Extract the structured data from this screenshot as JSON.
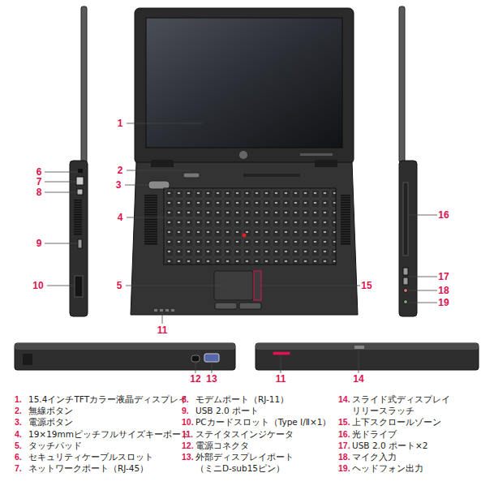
{
  "diagram": {
    "labels": [
      "1",
      "2",
      "3",
      "4",
      "5",
      "6",
      "7",
      "8",
      "9",
      "10",
      "11",
      "12",
      "13",
      "11",
      "14",
      "15",
      "16",
      "17",
      "18",
      "19",
      "1.",
      "15.4インチTFTカラー液晶ディスプレイ",
      "2.",
      "無線ボタン",
      "3.",
      "電源ボタン",
      "4.",
      "19×19mmピッチフルサイズキーボード",
      "5.",
      "タッチパッド",
      "6.",
      "セキュリティケーブルスロット",
      "7.",
      "ネットワークポート（RJ-45）",
      "8.",
      "モデムポート（RJ-11）",
      "9.",
      "USB 2.0 ポート",
      "10.",
      "PCカードスロット（Type Ⅰ/Ⅱ×1）",
      "11.",
      "ステイタスインジケータ",
      "12.",
      "電源コネクタ",
      "13.",
      "外部ディスプレイポート （ミニD-sub15ピン）",
      "14.",
      "スライド式ディスプレイ リリースラッチ",
      "15.",
      "上下スクロールゾーン",
      "16.",
      "光ドライブ",
      "17.",
      "USB 2.0 ポート×2",
      "18.",
      "マイク入力",
      "19.",
      "ヘッドフォン出力"
    ]
  }
}
